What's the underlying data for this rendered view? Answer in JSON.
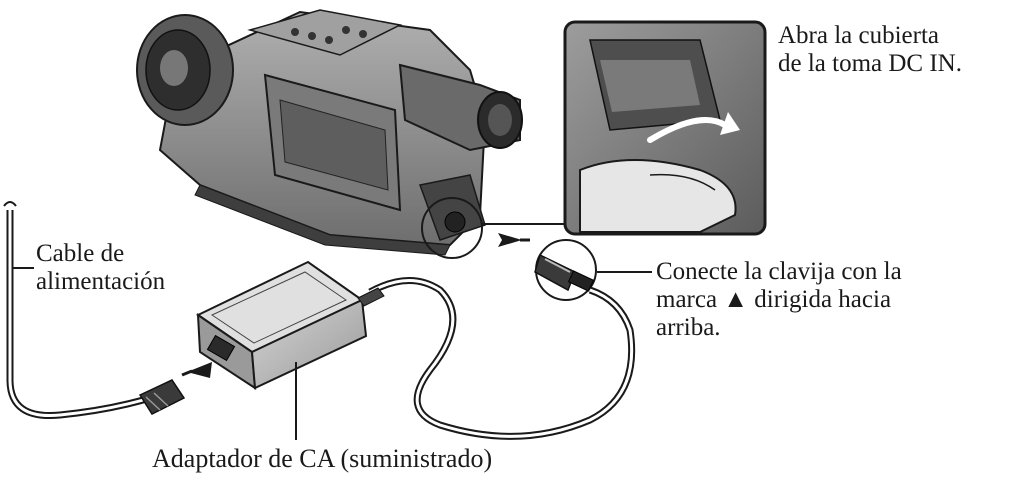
{
  "callouts": {
    "open_cover": {
      "line1": "Abra la cubierta",
      "line2": "de la toma DC IN."
    },
    "power_cable": {
      "line1": "Cable de",
      "line2": "alimentación"
    },
    "connect_plug": {
      "line1": "Conecte la clavija con la",
      "line2": "marca ▲ dirigida hacia",
      "line3": "arriba."
    },
    "ac_adapter": {
      "text": "Adaptador de CA (suministrado)"
    }
  },
  "colors": {
    "line": "#1a1a1a",
    "camera_body": "#8c8c8c",
    "camera_dark": "#4a4a4a",
    "adapter_body": "#b5b5b5",
    "background": "#ffffff"
  }
}
